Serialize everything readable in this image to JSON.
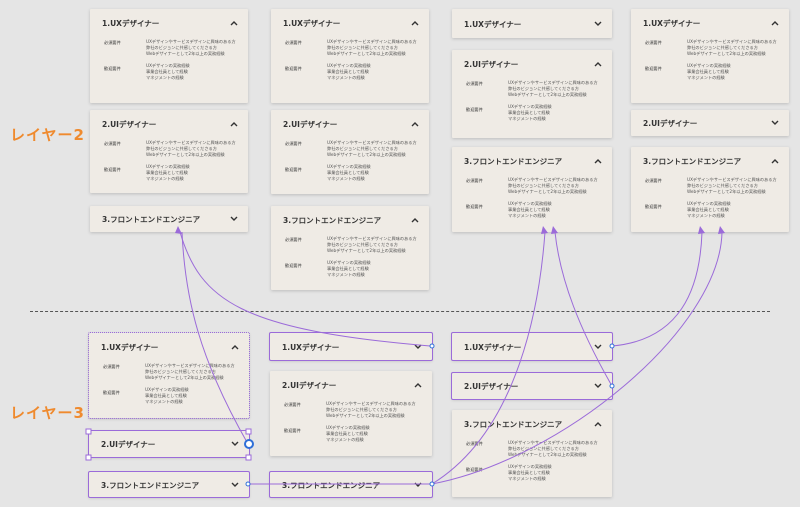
{
  "layers": {
    "layer2": "レイヤー2",
    "layer3": "レイヤー3"
  },
  "cards": {
    "ux": "1.UXデザイナー",
    "ui": "2.UIデザイナー",
    "fe": "3.フロントエンドエンジニア",
    "req": "必須要件",
    "pref": "歓迎要件",
    "ux_req": [
      "UXデザインやサービスデザインに興味のある方",
      "弊社のビジョンに共感してくださる方",
      "Webデザイナーとして2年以上の実務経験"
    ],
    "ux_pref": [
      "UXデザインの実務経験",
      "事業会社員として経験",
      "マネジメントの経験"
    ]
  },
  "icons": {
    "expanded": "chevron-up-icon",
    "collapsed": "chevron-down-icon"
  },
  "colors": {
    "connector": "#9b6bd9",
    "accent": "#ef8a2e",
    "card": "#efebe5",
    "background": "#e5e5e5"
  }
}
